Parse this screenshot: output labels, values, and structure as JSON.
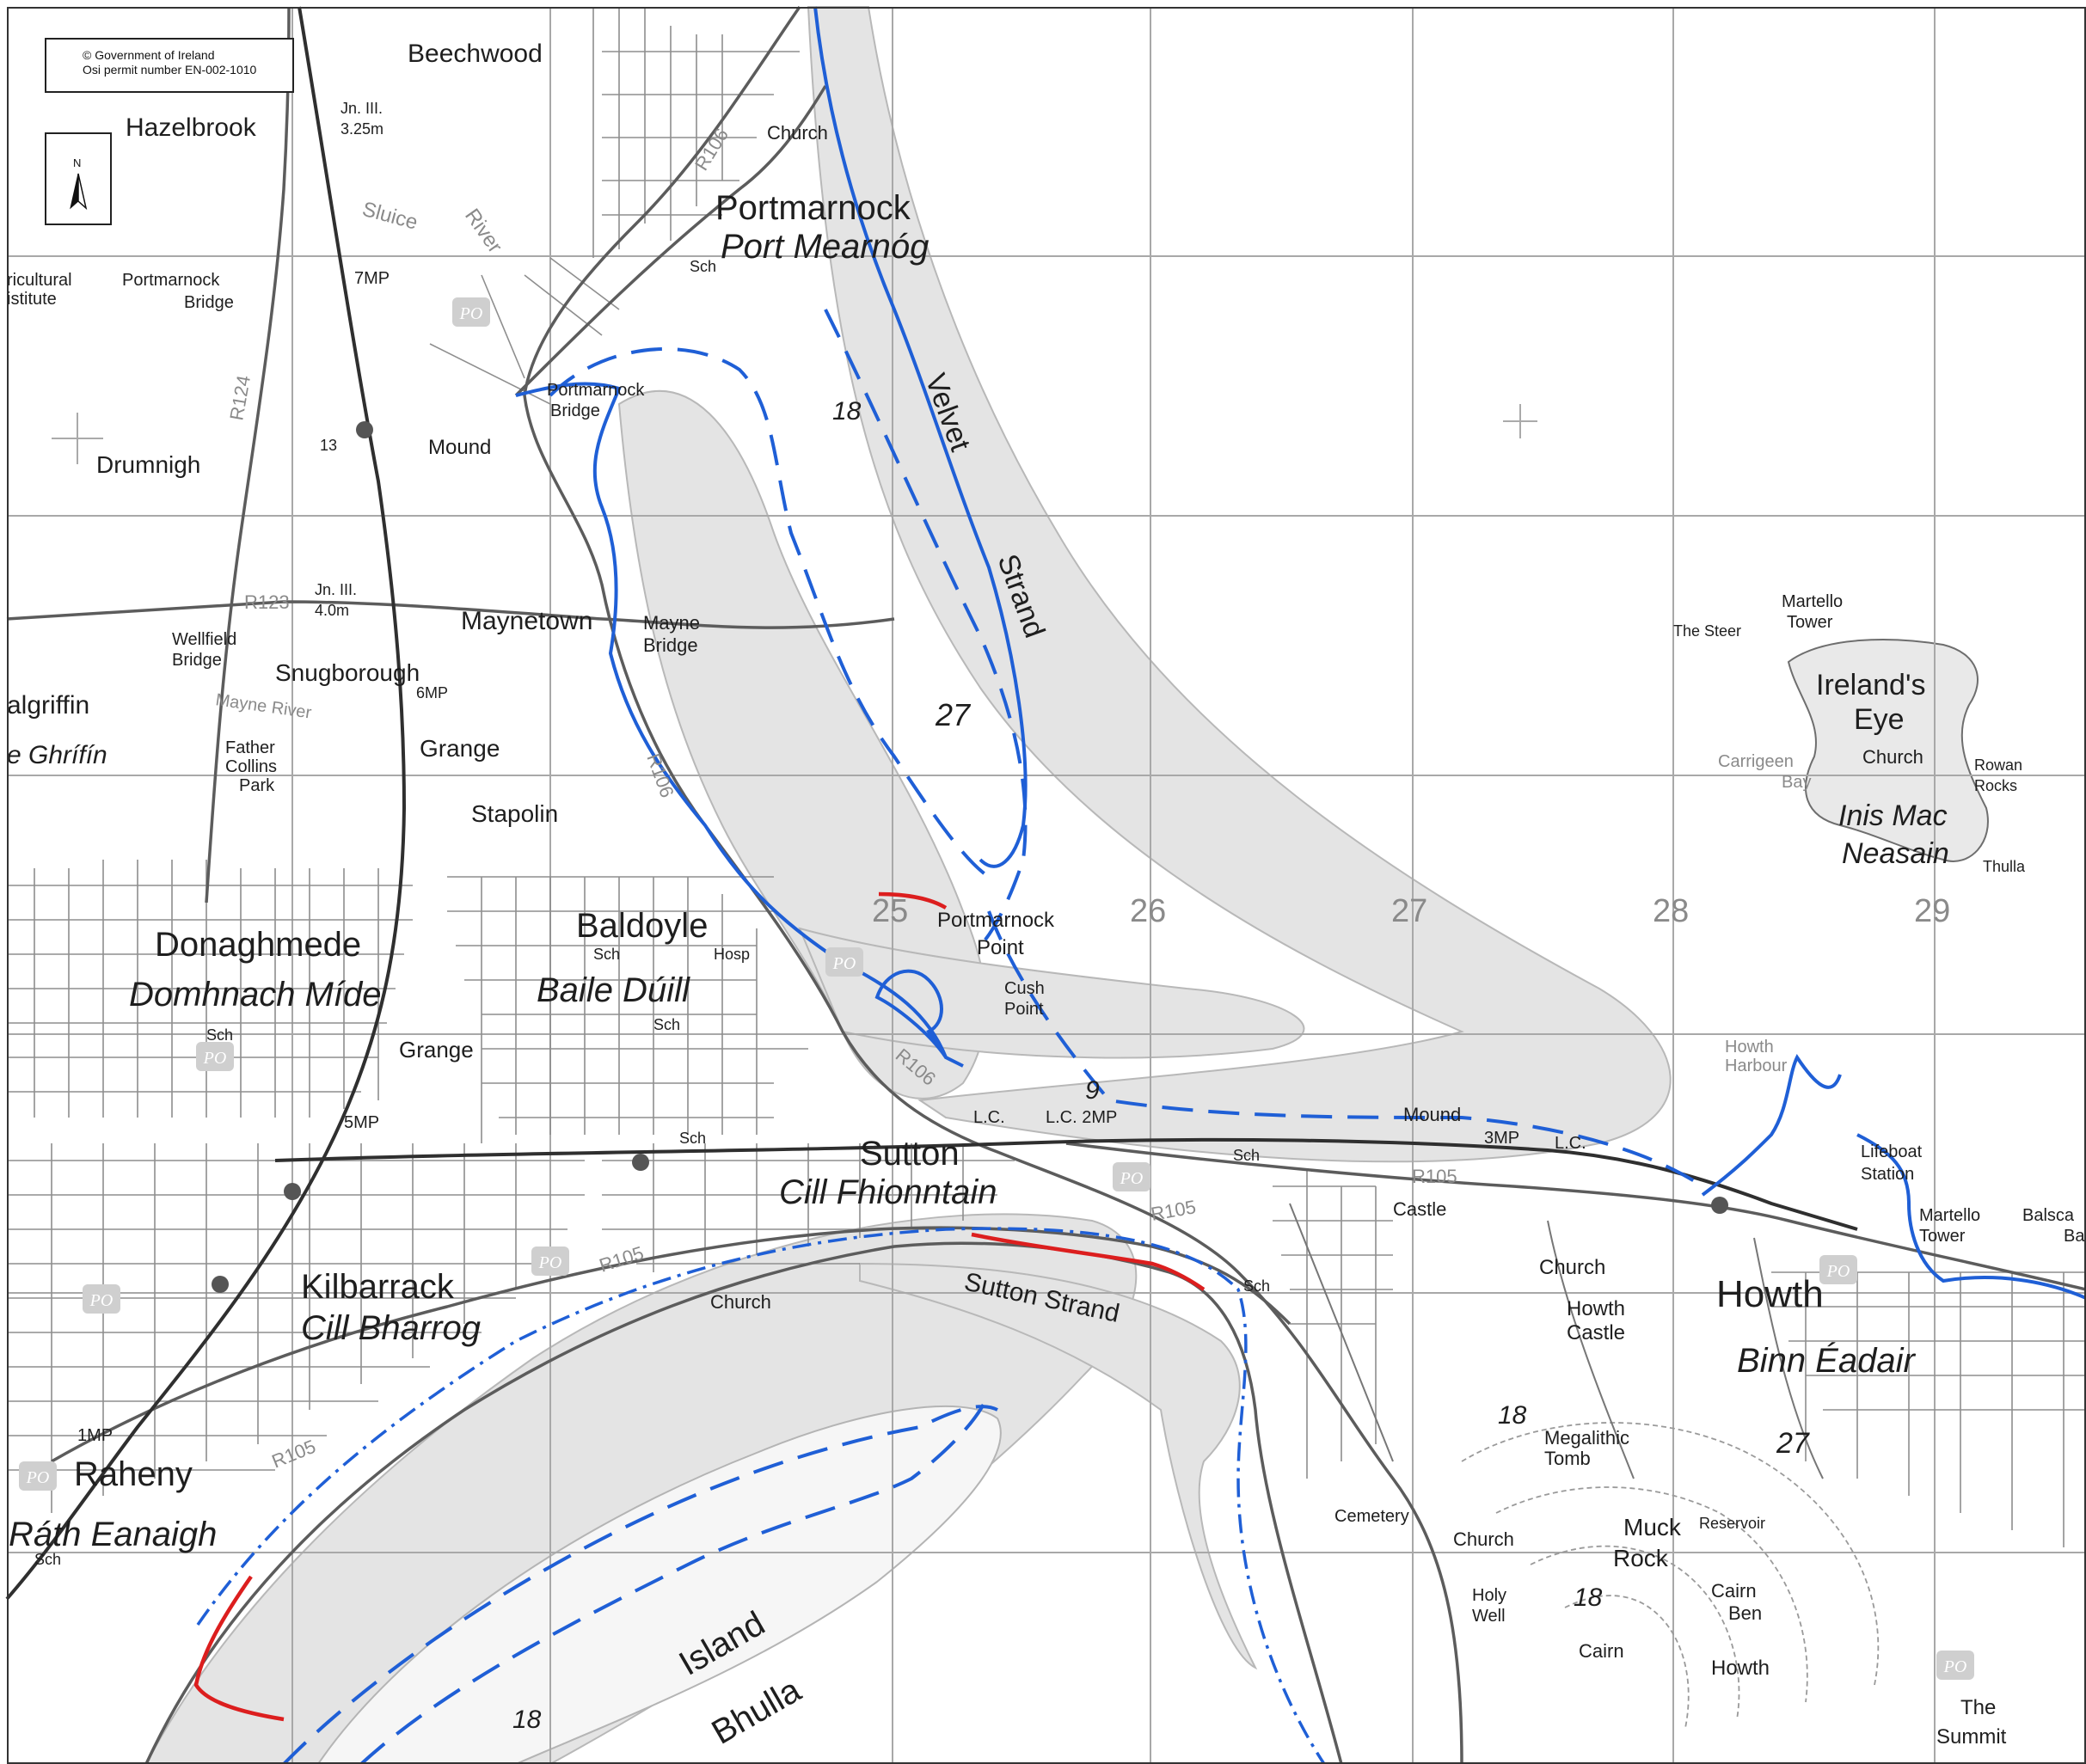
{
  "copyright": {
    "line1": "© Government of Ireland",
    "line2": "Osi permit number EN-002-1010"
  },
  "north_arrow": {
    "label": "N"
  },
  "grid_numbers": [
    "25",
    "26",
    "27",
    "28",
    "29"
  ],
  "route_colors": {
    "blue_route": "#1f5fd6",
    "red_route": "#dc1e1e"
  },
  "places": {
    "portmarnock": "Portmarnock",
    "portmarnock_irish": "Port Mearnóg",
    "baldoyle": "Baldoyle",
    "baldoyle_irish": "Baile Dúill",
    "donaghmede": "Donaghmede",
    "donaghmede_irish": "Domhnach Míde",
    "sutton": "Sutton",
    "sutton_irish": "Cill Fhionntain",
    "kilbarrack": "Kilbarrack",
    "kilbarrack_irish": "Cill Bharrog",
    "raheny": "Raheny",
    "raheny_irish": "Ráth Eanaigh",
    "howth": "Howth",
    "howth_irish": "Binn Éadair",
    "irelands_eye": "Ireland's",
    "irelands_eye_2": "Eye",
    "irelands_eye_irish_1": "Inis Mac",
    "irelands_eye_irish_2": "Neasain",
    "beechwood": "Beechwood",
    "hazelbrook": "Hazelbrook",
    "drumnigh": "Drumnigh",
    "maynetown": "Maynetown",
    "snugborough": "Snugborough",
    "grange": "Grange",
    "stapolin": "Stapolin",
    "balgriffin": "algriffin",
    "balgriffin_irish": "e Ghrífín",
    "mound": "Mound",
    "grange_2": "Grange",
    "agricultural": "ricultural",
    "institute": "istitute"
  },
  "features": {
    "velvet": "Velvet",
    "strand": "Strand",
    "sutton_strand": "Sutton Strand",
    "island": "Island",
    "bhulla": "Bhulla",
    "portmarnock_point": "Portmarnock",
    "point": "Point",
    "cush": "Cush",
    "cush_point": "Point",
    "portmarnock_bridge": "Portmarnock",
    "portmarnock_bridge_2": "Bridge",
    "portmarnock_bridge_w": "Portmarnock",
    "portmarnock_bridge_w2": "Bridge",
    "mayne_bridge": "Mayne",
    "mayne_bridge_2": "Bridge",
    "wellfield": "Wellfield",
    "wellfield_bridge": "Bridge",
    "sluice": "Sluice",
    "river": "River",
    "mayne_river": "Mayne River",
    "collins_park_1": "Father",
    "collins_park_2": "Collins",
    "collins_park_3": "Park",
    "church": "Church",
    "church_sutton": "Church",
    "church_howth": "Church",
    "church_howth2": "Church",
    "church_eye": "Church",
    "howth_castle_1": "Howth",
    "howth_castle_2": "Castle",
    "castle": "Castle",
    "megalithic_1": "Megalithic",
    "megalithic_2": "Tomb",
    "muck_rock_1": "Muck",
    "muck_rock_2": "Rock",
    "reservoir": "Reservoir",
    "cemetery": "Cemetery",
    "holy_well_1": "Holy",
    "holy_well_2": "Well",
    "cairn": "Cairn",
    "cairn_2": "Cairn",
    "ben": "Ben",
    "howth_at": "Howth",
    "the_summit_1": "The",
    "the_summit_2": "Summit",
    "howth_harbour_1": "Howth",
    "howth_harbour_2": "Harbour",
    "lifeboat_1": "Lifeboat",
    "lifeboat_2": "Station",
    "martello_tower_1": "Martello",
    "martello_tower_2": "Tower",
    "martello_tower_3": "Martello",
    "martello_tower_4": "Tower",
    "the_steer": "The Steer",
    "carrigeen_1": "Carrigeen",
    "carrigeen_2": "Bay",
    "rowan_1": "Rowan",
    "rowan_2": "Rocks",
    "thulla": "Thulla",
    "balscadden_1": "Balsca",
    "balscadden_2": "Ba",
    "lc_1": "L.C.",
    "lc_2": "L.C. 2MP",
    "lc_3": "L.C.",
    "mound_sutton": "Mound",
    "mp_3": "3MP",
    "mp_5": "5MP",
    "mp_1": "1MP",
    "mp_6": "6MP",
    "mp_7": "7MP",
    "jn_1": "Jn. III.",
    "jn_2": "3.25m",
    "jn_3": "Jn. III.",
    "jn_4": "4.0m",
    "sch": "Sch",
    "hosp": "Hosp",
    "po": "PO",
    "r105": "R105",
    "r106": "R106",
    "r123": "R123",
    "r124": "R124",
    "ht_1": "18",
    "ht_2": "27",
    "ht_3": "9",
    "ht_4": "18",
    "ht_5": "27",
    "ht_6": "18",
    "ht_7": "18",
    "ht_8": "13"
  }
}
